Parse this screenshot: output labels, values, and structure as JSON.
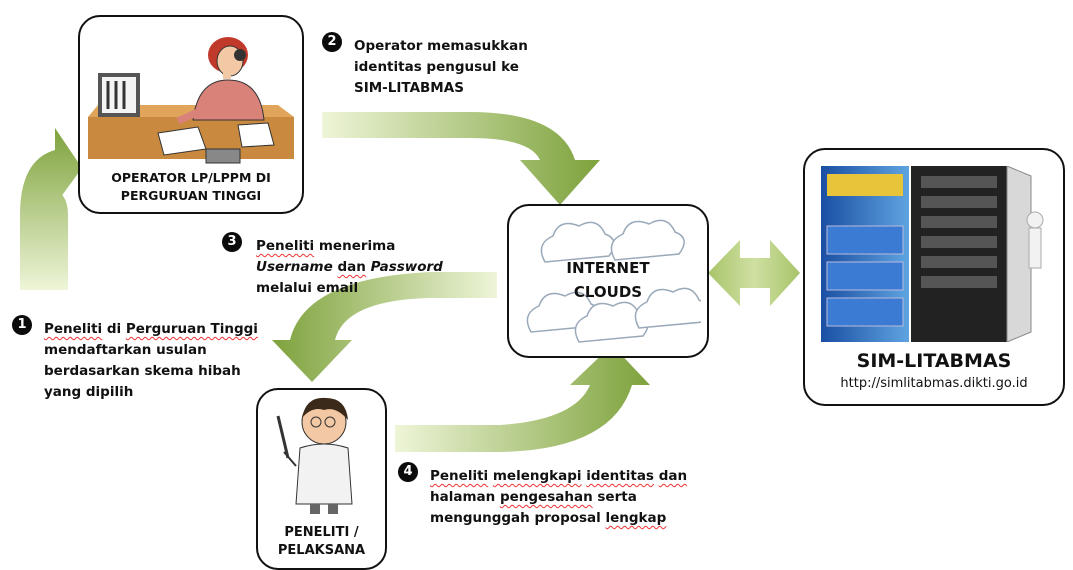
{
  "operator": {
    "caption_line1": "OPERATOR LP/LPPM DI",
    "caption_line2": "PERGURUAN TINGGI"
  },
  "researcher": {
    "caption_line1": "PENELITI /",
    "caption_line2": "PELAKSANA"
  },
  "cloud": {
    "line1": "INTERNET",
    "line2": "CLOUDS"
  },
  "server": {
    "title": "SIM-LITABMAS",
    "url": "http://simlitabmas.dikti.go.id"
  },
  "steps": {
    "s1": {
      "num": "1",
      "line1a": "Peneliti",
      "line1b": "di",
      "line1c": "Perguruan Tinggi",
      "line2": "mendaftarkan usulan",
      "line3": "berdasarkan  skema hibah",
      "line4": "yang dipilih"
    },
    "s2": {
      "num": "2",
      "line1": "Operator memasukkan",
      "line2": "identitas pengusul ke",
      "line3": "SIM-LITABMAS"
    },
    "s3": {
      "num": "3",
      "line1a": "Peneliti",
      "line1b": "menerima",
      "line2a": "Username",
      "line2b": "dan",
      "line2c": "Password",
      "line3": "melalui email"
    },
    "s4": {
      "num": "4",
      "line1a": "Peneliti",
      "line1b": "melengkapi",
      "line1c": "identitas",
      "line1d": "dan",
      "line2a": "halaman",
      "line2b": "pengesahan",
      "line2c": "serta",
      "line3a": "mengunggah proposal",
      "line3b": "lengkap"
    }
  },
  "colors": {
    "arrow_light": "#e3efc4",
    "arrow_dark": "#7ea23c",
    "border": "#111111"
  }
}
